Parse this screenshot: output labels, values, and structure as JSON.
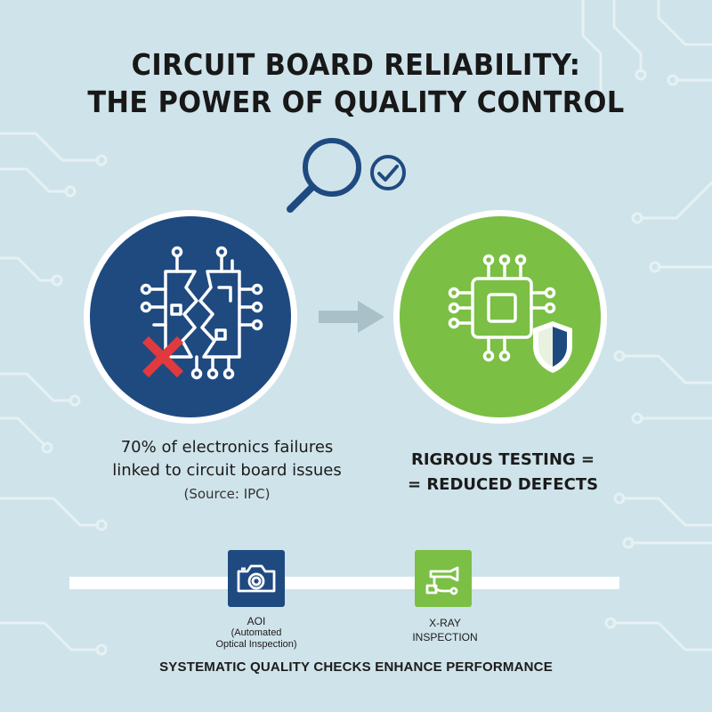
{
  "title": {
    "line1": "CIRCUIT BOARD RELIABILITY:",
    "line2": "THE POWER OF QUALITY CONTROL"
  },
  "left_panel": {
    "line1": "70% of electronics failures",
    "line2": "linked to circuit board issues",
    "source": "(Source: IPC)",
    "icon": "broken-chip-icon",
    "mark": "x-mark-icon"
  },
  "right_panel": {
    "line1": "RIGROUS TESTING =",
    "line2": "= REDUCED DEFECTS",
    "icon": "chip-icon",
    "badge": "shield-icon"
  },
  "tools": [
    {
      "icon": "camera-icon",
      "label": "AOI",
      "sublabel1": "(Automated",
      "sublabel2": "Optical Inspection)"
    },
    {
      "icon": "xray-icon",
      "label1": "X-RAY",
      "label2": "INSPECTION"
    }
  ],
  "footer": "SYSTEMATIC QUALITY CHECKS ENHANCE PERFORMANCE",
  "colors": {
    "background": "#cfe3ea",
    "navy": "#1f4a80",
    "green": "#7bbf45",
    "red": "#e03a3e",
    "arrow": "#a9c0c8"
  }
}
